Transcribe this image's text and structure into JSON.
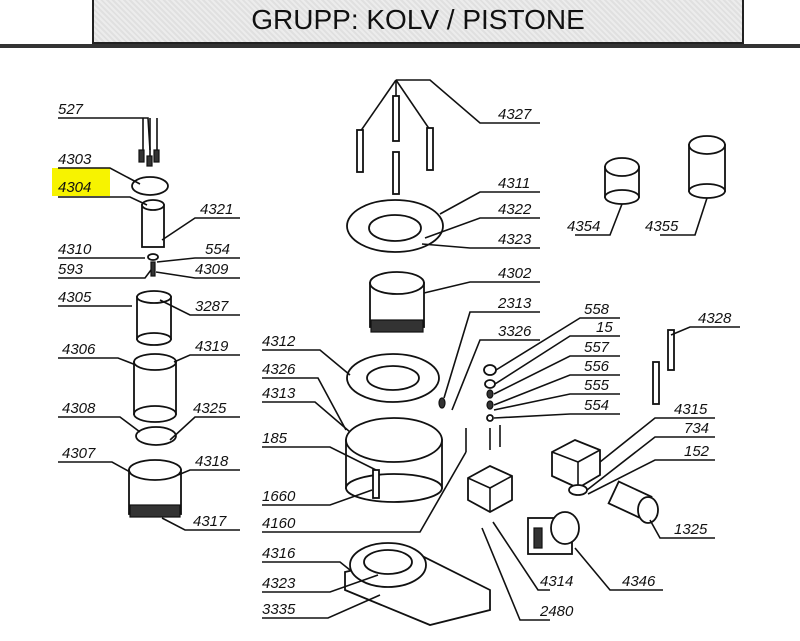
{
  "header": {
    "title": "GRUPP: KOLV / PISTONE"
  },
  "highlight": {
    "part": "4304",
    "color": "#f7f300"
  },
  "labels": {
    "p527": "527",
    "p4303": "4303",
    "p4304": "4304",
    "p4321": "4321",
    "p4310": "4310",
    "p554a": "554",
    "p593": "593",
    "p4309": "4309",
    "p4305": "4305",
    "p3287": "3287",
    "p4306": "4306",
    "p4319": "4319",
    "p4308": "4308",
    "p4325": "4325",
    "p4307": "4307",
    "p4318": "4318",
    "p4317": "4317",
    "p4327": "4327",
    "p4311": "4311",
    "p4322": "4322",
    "p4323a": "4323",
    "p4302": "4302",
    "p2313": "2313",
    "p3326": "3326",
    "p4312": "4312",
    "p4326": "4326",
    "p4313": "4313",
    "p185": "185",
    "p1660": "1660",
    "p4160": "4160",
    "p4316": "4316",
    "p4323b": "4323",
    "p3335": "3335",
    "p4314": "4314",
    "p2480": "2480",
    "p4346": "4346",
    "p4354": "4354",
    "p4355": "4355",
    "p558": "558",
    "p15": "15",
    "p557": "557",
    "p556": "556",
    "p555": "555",
    "p554b": "554",
    "p4328": "4328",
    "p4315": "4315",
    "p734": "734",
    "p152": "152",
    "p1325": "1325"
  }
}
